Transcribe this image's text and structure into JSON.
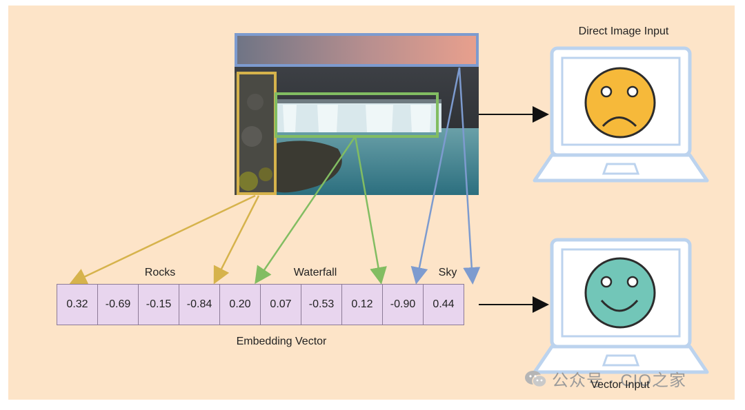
{
  "labels": {
    "direct_image_input": "Direct Image Input",
    "vector_input": "Vector Input",
    "embedding_vector": "Embedding Vector",
    "rocks": "Rocks",
    "waterfall": "Waterfall",
    "sky": "Sky"
  },
  "embedding_values": [
    "0.32",
    "-0.69",
    "-0.15",
    "-0.84",
    "0.20",
    "0.07",
    "-0.53",
    "0.12",
    "-0.90",
    "0.44"
  ],
  "colors": {
    "background": "#fde4c8",
    "rocks": "#d6b34c",
    "waterfall": "#82bd62",
    "sky": "#7d9bcf",
    "cell_fill": "#e8d5ee",
    "laptop_frame": "#bcd3ee",
    "sad_face": "#f6b93a",
    "happy_face": "#72c6b8"
  },
  "faces": {
    "top": "sad",
    "bottom": "happy"
  },
  "watermark": {
    "icon": "wechat-icon",
    "text": "公众号 · CIO之家"
  }
}
